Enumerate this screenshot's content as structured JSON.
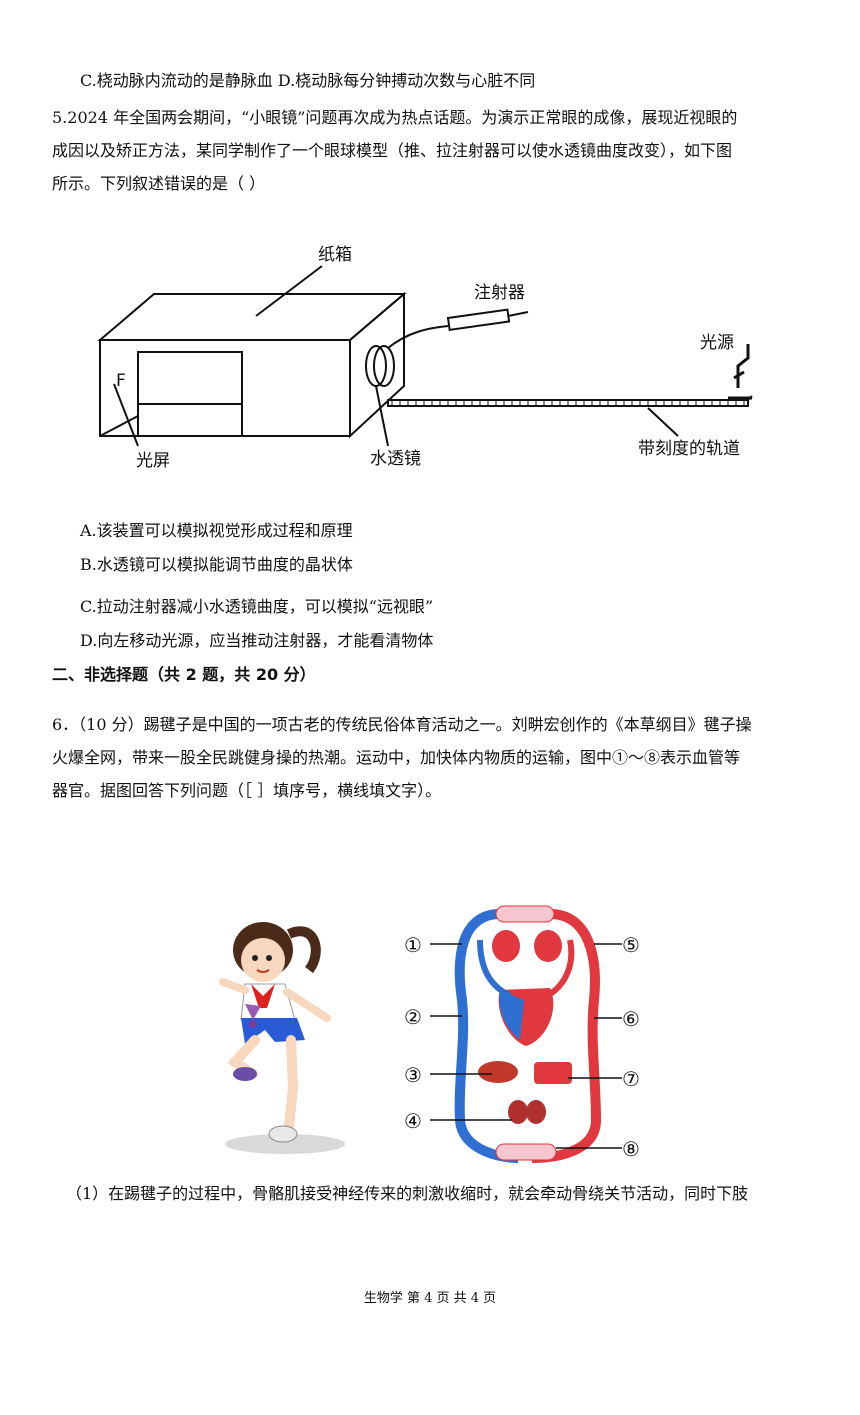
{
  "q4_option_line": "C.桡动脉内流动的是静脉血 D.桡动脉每分钟搏动次数与心脏不同",
  "q5": {
    "stem_lines": [
      "5.2024 年全国两会期间，“小眼镜”问题再次成为热点话题。为演示正常眼的成像，展现近视眼的",
      "成因以及矫正方法，某同学制作了一个眼球模型（推、拉注射器可以使水透镜曲度改变），如下图",
      "所示。下列叙述错误的是（ ）"
    ],
    "figure_labels": {
      "box": "纸箱",
      "syringe": "注射器",
      "light": "光源",
      "screen": "光屏",
      "lens": "水透镜",
      "track": "带刻度的轨道",
      "screen_letter": "F"
    },
    "options": [
      "A.该装置可以模拟视觉形成过程和原理",
      "B.水透镜可以模拟能调节曲度的晶状体",
      "C.拉动注射器减小水透镜曲度，可以模拟“远视眼”",
      "D.向左移动光源，应当推动注射器，才能看清物体"
    ]
  },
  "section2_heading": "二、非选择题（共 2 题，共 20 分）",
  "q6": {
    "stem_lines": [
      "6．（10 分）踢毽子是中国的一项古老的传统民俗体育活动之一。刘畊宏创作的《本草纲目》毽子操",
      "火爆全网，带来一股全民跳健身操的热潮。运动中，加快体内物质的运输，图中①～⑧表示血管等",
      "器官。据图回答下列问题（［ ］填序号，横线填文字）。"
    ],
    "figure_numbers": [
      "①",
      "②",
      "③",
      "④",
      "⑤",
      "⑥",
      "⑦",
      "⑧"
    ],
    "sub1_line": "（1）在踢毽子的过程中，骨骼肌接受神经传来的刺激收缩时，就会牵动骨绕关节活动，同时下肢"
  },
  "footer": "生物学 第 4 页 共 4 页"
}
